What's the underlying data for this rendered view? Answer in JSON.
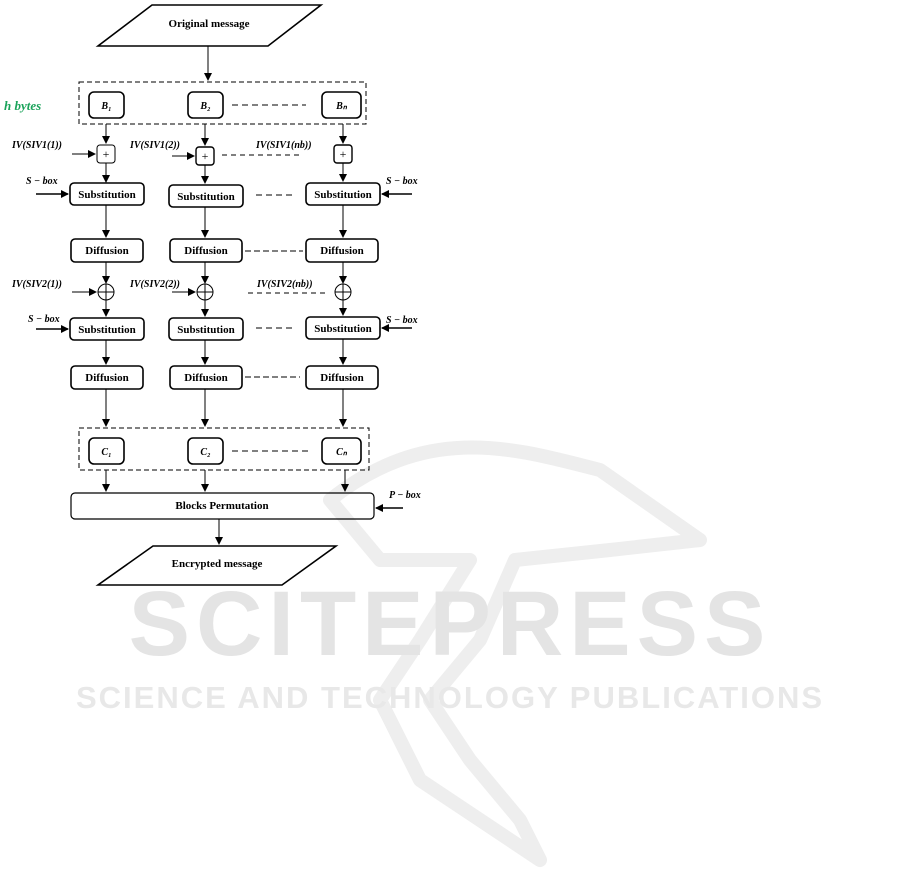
{
  "title_parallelogram": "Original message",
  "bottom_parallelogram": "Encrypted message",
  "group_label": "h bytes",
  "blocks": {
    "b1": "B₁",
    "b2": "B₂",
    "bn": "Bₙ"
  },
  "ciphers": {
    "c1": "C₁",
    "c2": "C₂",
    "cn": "Cₙ"
  },
  "iv1": {
    "col1": "IV(SIV1(1))",
    "col2": "IV(SIV1(2))",
    "col3": "IV(SIV1(nb))"
  },
  "iv2": {
    "col1": "IV(SIV2(1))",
    "col2": "IV(SIV2(2))",
    "col3": "IV(SIV2(nb))"
  },
  "op_add": "+",
  "stage_substitution": "Substitution",
  "stage_diffusion": "Diffusion",
  "sbox_label": "S − box",
  "pbox_label": "P − box",
  "permutation_label": "Blocks Permutation",
  "watermark": {
    "main": "SCITEPRESS",
    "sub": "SCIENCE AND TECHNOLOGY PUBLICATIONS"
  },
  "colors": {
    "group_label": "#1aa35a",
    "stroke": "#000000",
    "watermark": "#e6e6e6"
  }
}
